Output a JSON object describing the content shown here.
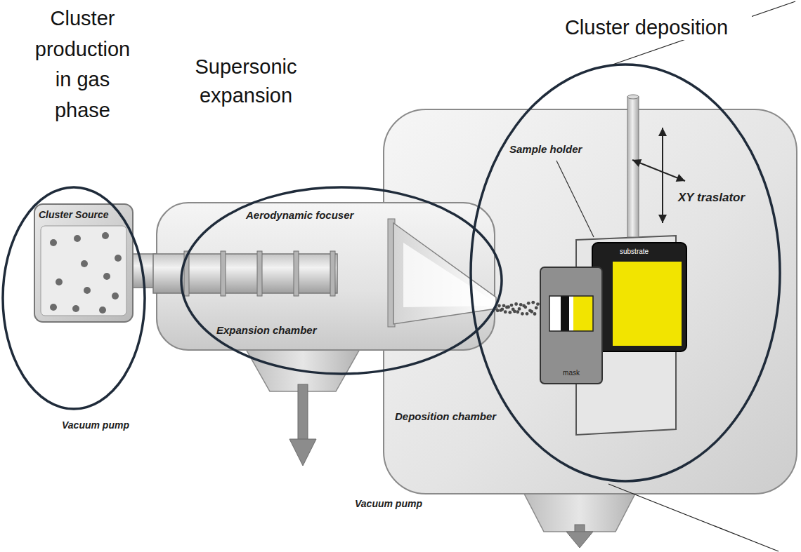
{
  "diagram": {
    "nodes": [
      {
        "text": [
          "Cluster production in gas phase"
        ]
      },
      {
        "text": [
          "Supersonic expansion"
        ]
      },
      {
        "text": [
          "Cluster deposition"
        ]
      },
      {
        "text": [
          "Cluster Source"
        ]
      },
      {
        "text": [
          "Aerodynamic focuser",
          "Expansion chamber"
        ]
      },
      {
        "text": [
          "Deposition chamber"
        ]
      },
      {
        "text": [
          "mask"
        ],
        "in": 5
      },
      {
        "text": [
          "substrate"
        ],
        "in": 5
      }
    ],
    "labels": [
      "Sample holder",
      "XY traslator",
      "Vacuum pump",
      "Vacuum pump"
    ]
  }
}
